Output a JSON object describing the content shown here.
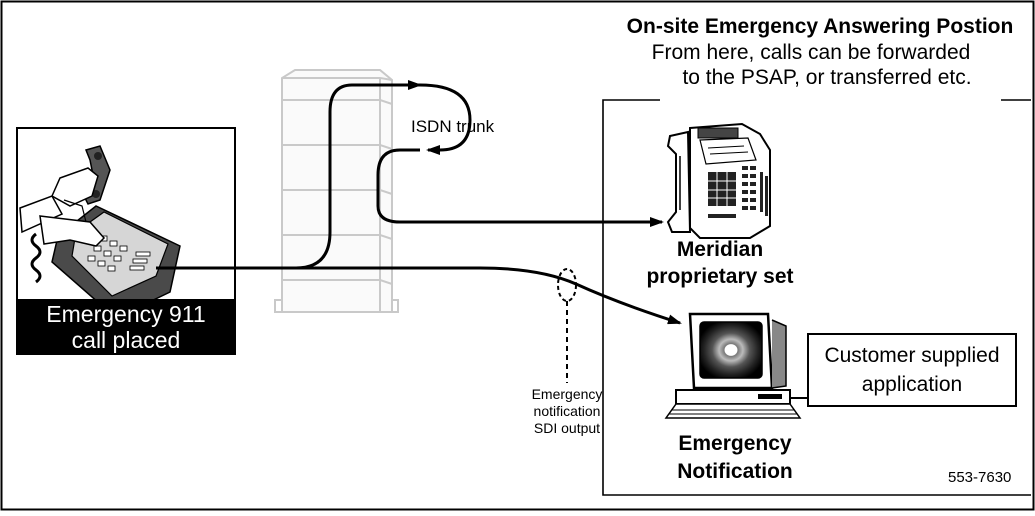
{
  "caller": {
    "label_line1": "Emergency 911",
    "label_line2": "call placed"
  },
  "trunk": {
    "label": "ISDN trunk"
  },
  "answering_position": {
    "title": "On-site Emergency Answering Postion",
    "line2": "From here, calls can be forwarded",
    "line3": "to the PSAP, or transferred etc."
  },
  "meridian_set": {
    "label_line1": "Meridian",
    "label_line2": "proprietary set"
  },
  "sdi_output": {
    "line1": "Emergency",
    "line2": "notification",
    "line3": "SDI output"
  },
  "notification_terminal": {
    "label_line1": "Emergency",
    "label_line2": "Notification"
  },
  "customer_app": {
    "line1": "Customer supplied",
    "line2": "application"
  },
  "figure_id": "553-7630"
}
